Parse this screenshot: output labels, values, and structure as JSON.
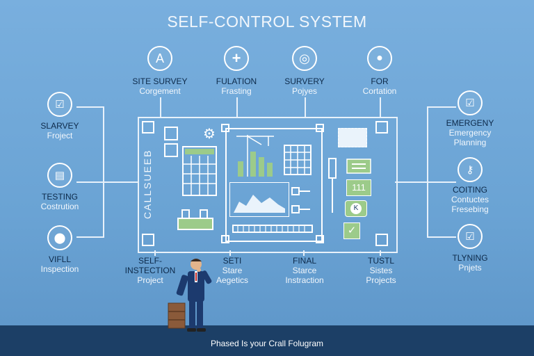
{
  "title": "SELF-CONTROL SYSTEM",
  "top_nodes": [
    {
      "icon": "letter-a-icon",
      "l1": "SITE SURVEY",
      "l2": "Corgement"
    },
    {
      "icon": "plus-icon",
      "l1": "FULATION",
      "l2": "Frasting"
    },
    {
      "icon": "globe-icon",
      "l1": "SURVERY",
      "l2": "Pojyes"
    },
    {
      "icon": "person-icon",
      "l1": "FOR",
      "l2": "Cortation"
    }
  ],
  "left_nodes": [
    {
      "icon": "checkbox-icon",
      "l1": "SLARVEY",
      "l2": "Froject"
    },
    {
      "icon": "clipboard-icon",
      "l1": "TESTING",
      "l2": "Costrution"
    },
    {
      "icon": "location-pin-icon",
      "l1": "VIFLL",
      "l2": "Inspection"
    }
  ],
  "right_nodes": [
    {
      "icon": "checkbox-icon",
      "l1": "EMERGENY",
      "l2": "Emergency",
      "l3": "Planning"
    },
    {
      "icon": "key-icon",
      "l1": "COITING",
      "l2": "Contuctes",
      "l3": "Fresebing"
    },
    {
      "icon": "checkbox-icon",
      "l1": "TLYNING",
      "l2": "Pnjets"
    }
  ],
  "bottom_nodes": [
    {
      "l1": "SELF-",
      "l2": "INSTECTION",
      "l3": "Project"
    },
    {
      "l1": "SETI",
      "l2": "Stare",
      "l3": "Aegetics"
    },
    {
      "l1": "FINAL",
      "l2": "Starce",
      "l3": "Instraction"
    },
    {
      "l1": "TUSTL",
      "l2": "Sistes",
      "l3": "Projects"
    }
  ],
  "panel": {
    "vertical_text": "CALLSUEEB",
    "chip_number": "111",
    "chip_letter": "K"
  },
  "footer": "Phased Is your Crall Folugram",
  "colors": {
    "background": "#6fa6d6",
    "footer": "#1c3f66",
    "accent_green": "#9ccb8a",
    "line": "#e8f1fa"
  }
}
